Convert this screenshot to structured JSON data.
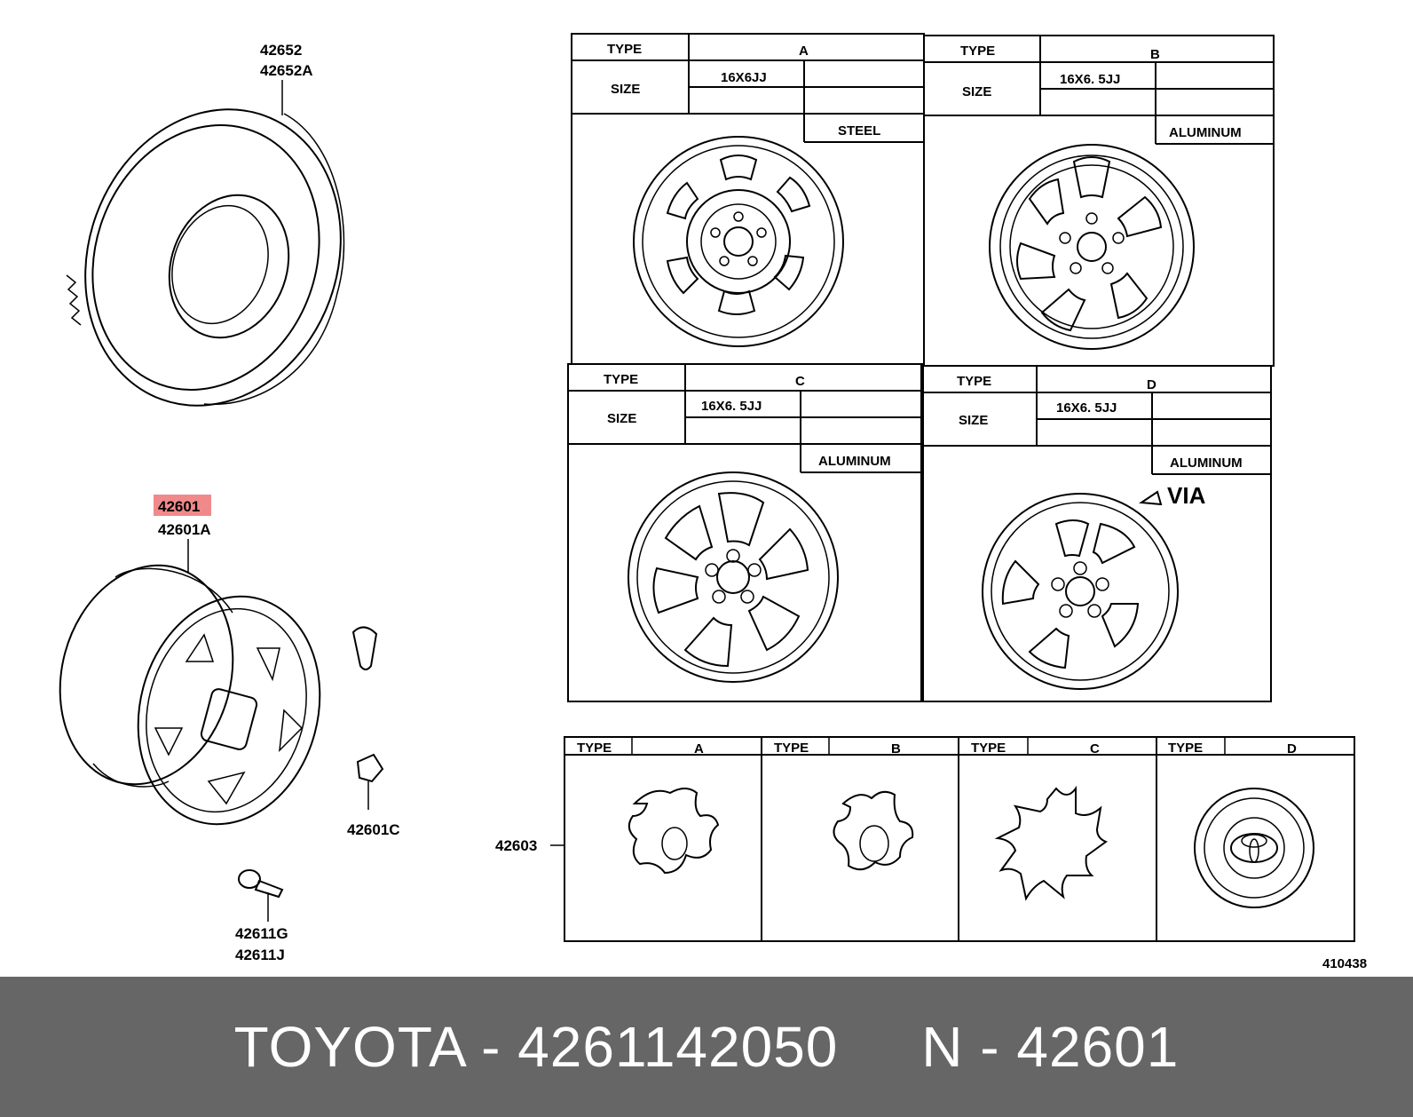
{
  "parts": {
    "tire_1": "42652",
    "tire_2": "42652A",
    "wheel_1": "42601",
    "wheel_2": "42601A",
    "nut": "42601C",
    "valve_1": "42611G",
    "valve_2": "42611J",
    "cap": "42603",
    "figure_no": "410438"
  },
  "highlight_color": "#f08a8a",
  "table": {
    "type_label": "TYPE",
    "size_label": "SIZE",
    "wheels": [
      {
        "type": "A",
        "size": "16X6JJ",
        "material": "STEEL"
      },
      {
        "type": "B",
        "size": "16X6. 5JJ",
        "material": "ALUMINUM"
      },
      {
        "type": "C",
        "size": "16X6. 5JJ",
        "material": "ALUMINUM"
      },
      {
        "type": "D",
        "size": "16X6. 5JJ",
        "material": "ALUMINUM"
      }
    ],
    "via_label": "VIA"
  },
  "caps": [
    {
      "type": "A"
    },
    {
      "type": "B"
    },
    {
      "type": "C"
    },
    {
      "type": "D"
    }
  ],
  "footer": {
    "brand": "TOYOTA",
    "part_number": "4261142050",
    "n_label": "N",
    "n_value": "42601"
  }
}
